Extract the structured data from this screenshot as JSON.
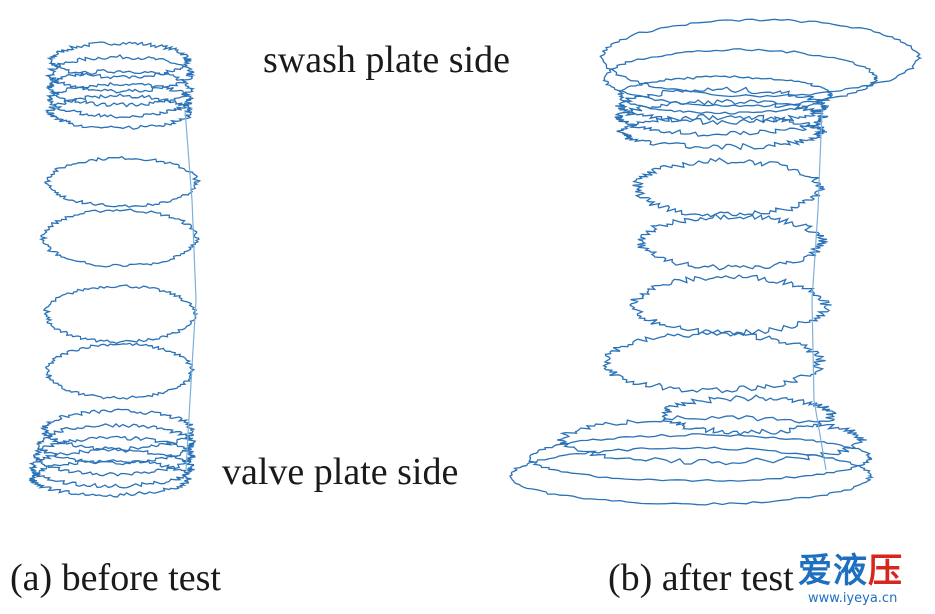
{
  "labels": {
    "top": "swash plate side",
    "bottom": "valve plate side"
  },
  "captions": {
    "a": "(a) before test",
    "b": "(b) after test"
  },
  "watermark": {
    "brand_blue": "爱液",
    "brand_red": "压",
    "url": "www.iyeya.cn"
  },
  "colors": {
    "trace": "#2a72b8",
    "trace_light": "#7fb0dc",
    "text": "#1a1a1a"
  }
}
